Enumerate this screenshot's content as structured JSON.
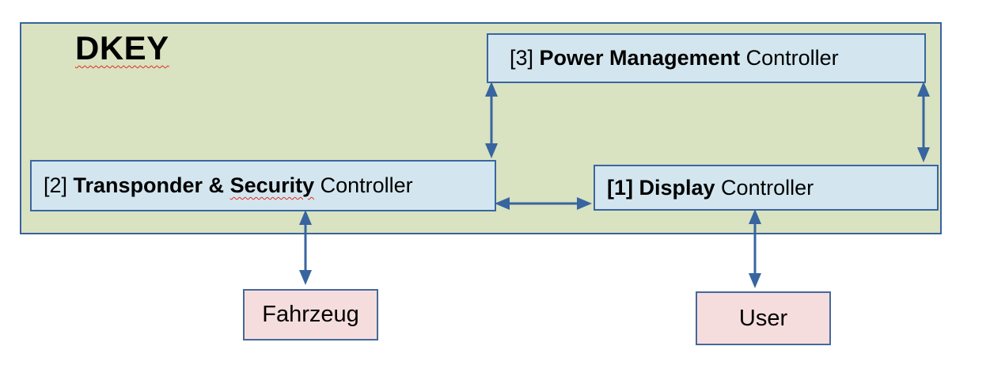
{
  "colors": {
    "page_bg": "#ffffff",
    "system_fill": "#d9e2c1",
    "system_border": "#39639c",
    "node_fill": "#d3e6ef",
    "node_border": "#3a669f",
    "external_fill": "#f6dddd",
    "external_border": "#46689c",
    "arrow": "#38659f",
    "text": "#000000",
    "spellcheck": "#e8281e"
  },
  "diagram": {
    "system": {
      "label": "DKEY",
      "spellcheck_underline": true
    },
    "nodes": {
      "power": {
        "prefix": "[3] ",
        "bold": "Power Management",
        "suffix": " Controller"
      },
      "transponder": {
        "prefix": "[2] ",
        "bold_head": "Transponder & ",
        "bold_misspelled": "Security",
        "suffix": " Controller"
      },
      "display": {
        "bold": "[1] Display",
        "suffix": " Controller"
      }
    },
    "externals": {
      "fahrzeug": {
        "label": "Fahrzeug"
      },
      "user": {
        "label": "User"
      }
    },
    "edges": [
      {
        "from": "[3] Power Management Controller",
        "to": "[2] Transponder & Security Controller",
        "style": "double-arrow"
      },
      {
        "from": "[3] Power Management Controller",
        "to": "[1] Display Controller",
        "style": "double-arrow"
      },
      {
        "from": "[2] Transponder & Security Controller",
        "to": "[1] Display Controller",
        "style": "double-arrow"
      },
      {
        "from": "[2] Transponder & Security Controller",
        "to": "Fahrzeug",
        "style": "double-arrow"
      },
      {
        "from": "[1] Display Controller",
        "to": "User",
        "style": "double-arrow"
      }
    ]
  }
}
